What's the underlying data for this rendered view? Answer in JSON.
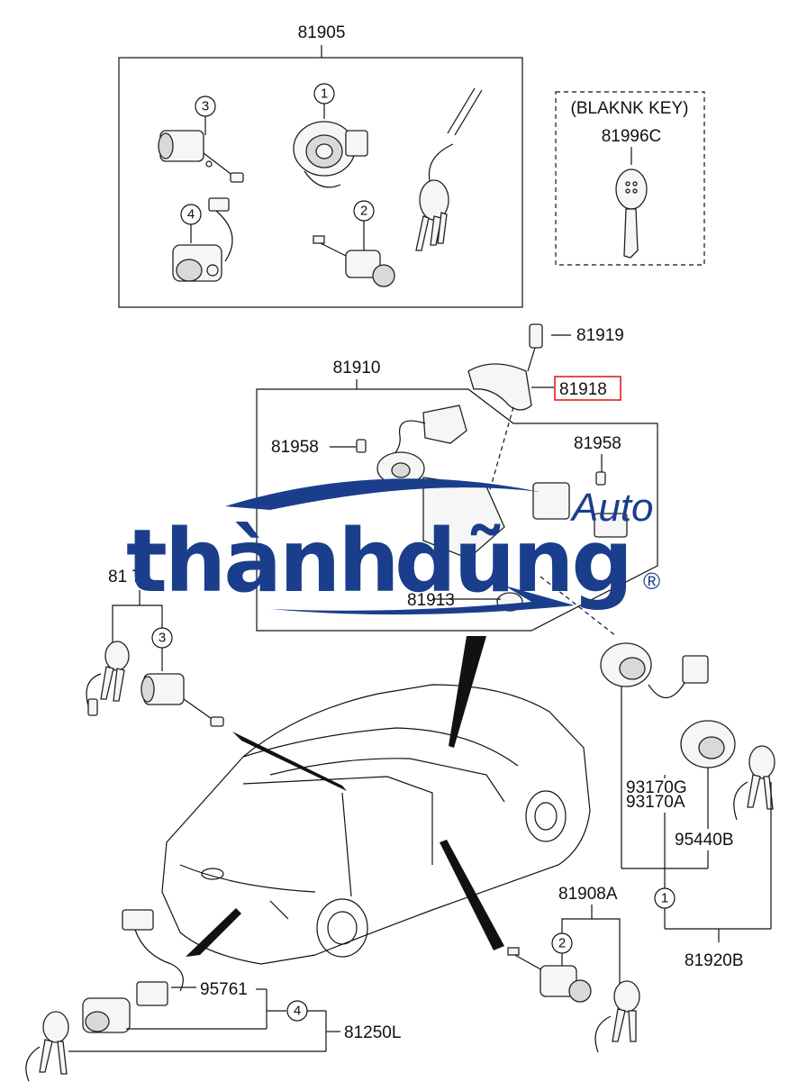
{
  "labels": {
    "p81905": "81905",
    "blank_key_caption": "(BLAKNK KEY)",
    "p81996C": "81996C",
    "p81919": "81919",
    "p81910": "81910",
    "p81918": "81918",
    "p81958_left": "81958",
    "p81958_right": "81958",
    "p81913": "81913",
    "p81907_partial": "81 7",
    "p93170G": "93170G",
    "p93170A": "93170A",
    "p95440B": "95440B",
    "p81908A": "81908A",
    "p81920B": "81920B",
    "p95761": "95761",
    "p81250L": "81250L"
  },
  "callouts": {
    "c1": "1",
    "c2": "2",
    "c3": "3",
    "c4": "4"
  },
  "highlight_color": "#e02020",
  "watermark": {
    "brand_main": "thành",
    "brand_second": "dũng",
    "brand_auto": "Auto",
    "registered": "®",
    "color": "#1a3e8c"
  }
}
